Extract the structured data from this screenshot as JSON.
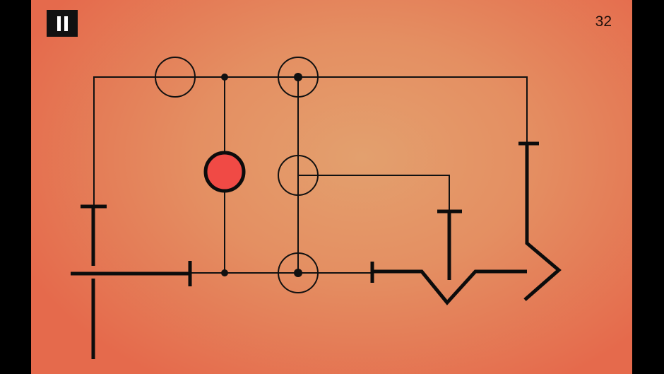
{
  "game": {
    "score": "32",
    "pause_icon": "pause-icon",
    "colors": {
      "background_center": "#e3a06e",
      "background_edge": "#e56a4c",
      "wire": "#111111",
      "active_node_fill": "#f04a45",
      "letterbox": "#000000"
    }
  },
  "circuit": {
    "nodes": [
      {
        "id": "node-top-left",
        "type": "empty-ring",
        "state": "off"
      },
      {
        "id": "node-top-middle",
        "type": "rotator-ring",
        "state": "connected"
      },
      {
        "id": "node-center",
        "type": "rotator-ring",
        "state": "corner"
      },
      {
        "id": "node-bottom-middle",
        "type": "rotator-ring",
        "state": "connected"
      },
      {
        "id": "node-red",
        "type": "source",
        "state": "active"
      }
    ],
    "terminals": [
      {
        "id": "terminal-left-vertical",
        "type": "bar-end"
      },
      {
        "id": "terminal-left-horizontal",
        "type": "bar-end"
      },
      {
        "id": "terminal-right-tall",
        "type": "bar-end"
      },
      {
        "id": "terminal-right-short",
        "type": "bar-end"
      },
      {
        "id": "terminal-bottom-zigzag",
        "type": "bar-end"
      }
    ]
  }
}
